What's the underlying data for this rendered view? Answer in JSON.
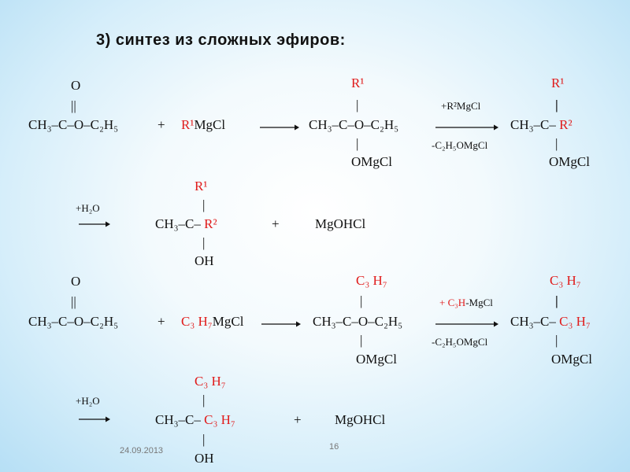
{
  "title": "3) синтез из сложных эфиров:",
  "r1": {
    "ester_o": "O",
    "ester_bond": "||",
    "ester": "CH₃–C–O–C₂H₅",
    "plus1": "+",
    "reagent_red": "R¹",
    "reagent_rest": "MgCl",
    "mid_top": "R¹",
    "mid_line": "|",
    "mid": "CH₃–C–O–C₂H₅",
    "mid_bottom": "OMgCl",
    "arrow_top": "+R²MgCl",
    "arrow_bottom": "-C₂H₅OMgCl",
    "prod_top": "R¹",
    "prod_bar": "|",
    "prod_main": "CH₃–C–",
    "prod_red": "R²",
    "prod_bottom": "OMgCl"
  },
  "r2": {
    "arrow_top": "+H₂O",
    "top": "R¹",
    "bar": "|",
    "main": "CH₃–C–",
    "main_red": "R²",
    "plus": "+",
    "by": "MgOHCl",
    "bottom": "OH"
  },
  "r3": {
    "ester_o": "O",
    "ester_bond": "||",
    "ester": "CH₃–C–O–C₂H₅",
    "plus1": "+",
    "reagent_red": "C₃ H₇",
    "reagent_rest": "MgCl",
    "mid_top": "C₃ H₇",
    "mid_line": "|",
    "mid": "CH₃–C–O–C₂H₅",
    "mid_bottom": "OMgCl",
    "arrow_top_red": "+ C₃H",
    "arrow_top_rest": "-MgCl",
    "arrow_bottom": "-C₂H₅OMgCl",
    "prod_top": "C₃ H₇",
    "prod_bar": "|",
    "prod_main": "CH₃–C–",
    "prod_red": "C₃ H₇",
    "prod_bottom": "OMgCl"
  },
  "r4": {
    "arrow_top": "+H₂O",
    "top": "C₃ H₇",
    "bar": "|",
    "main": "CH₃–C–",
    "main_red": "C₃ H₇",
    "plus": "+",
    "by": "MgOHCl",
    "bottom": "OH"
  },
  "footer": {
    "date": "24.09.2013",
    "page": "16"
  }
}
